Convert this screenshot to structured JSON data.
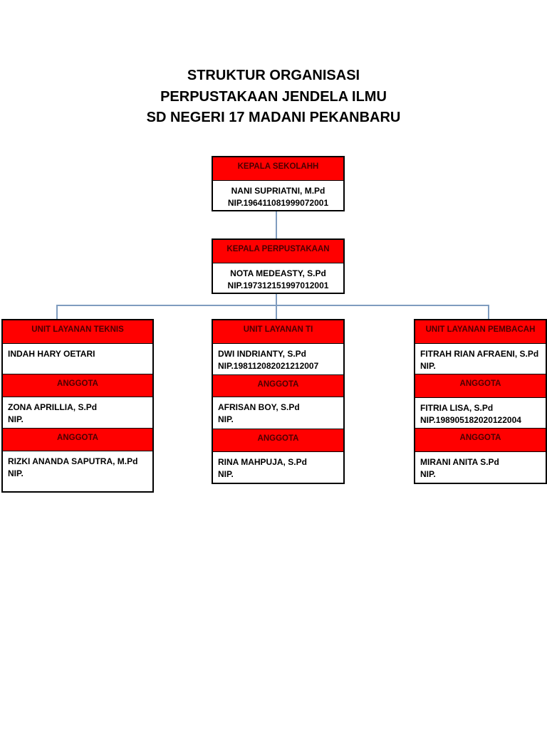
{
  "title": [
    "STRUKTUR ORGANISASI",
    "PERPUSTAKAAN JENDELA ILMU",
    "SD NEGERI 17 MADANI PEKANBARU"
  ],
  "colors": {
    "header_bg": "#ff0000",
    "header_text": "#4a0000",
    "connector": "#7f9cbf"
  },
  "kepala_sekolah": {
    "header": "KEPALA SEKOLAHH",
    "name": "NANI SUPRIATNI, M.Pd",
    "nip": "NIP.196411081999072001"
  },
  "kepala_perpustakaan": {
    "header": "KEPALA PERPUSTAKAAN",
    "name": "NOTA MEDEASTY, S.Pd",
    "nip": "NIP.197312151997012001"
  },
  "units": [
    {
      "header": "UNIT LAYANAN TEKNIS",
      "head": {
        "name": "INDAH HARY OETARI",
        "nip": ""
      },
      "members": [
        {
          "header": "ANGGOTA",
          "name": "ZONA APRILLIA, S.Pd",
          "nip": "NIP."
        },
        {
          "header": "ANGGOTA",
          "name": "RIZKI ANANDA SAPUTRA, M.Pd",
          "nip": "NIP."
        }
      ]
    },
    {
      "header": "UNIT LAYANAN TI",
      "head": {
        "name": "DWI INDRIANTY, S.Pd",
        "nip": "NIP.198112082021212007"
      },
      "members": [
        {
          "header": "ANGGOTA",
          "name": "AFRISAN BOY, S.Pd",
          "nip": "NIP."
        },
        {
          "header": "ANGGOTA",
          "name": "RINA MAHPUJA, S.Pd",
          "nip": "NIP."
        }
      ]
    },
    {
      "header": "UNIT LAYANAN PEMBACAH",
      "head": {
        "name": "FITRAH RIAN AFRAENI, S.Pd",
        "nip": "NIP."
      },
      "members": [
        {
          "header": "ANGGOTA",
          "name": "FITRIA LISA, S.Pd",
          "nip": "NIP.198905182020122004"
        },
        {
          "header": "ANGGOTA",
          "name": "MIRANI ANITA S.Pd",
          "nip": "NIP."
        }
      ]
    }
  ]
}
